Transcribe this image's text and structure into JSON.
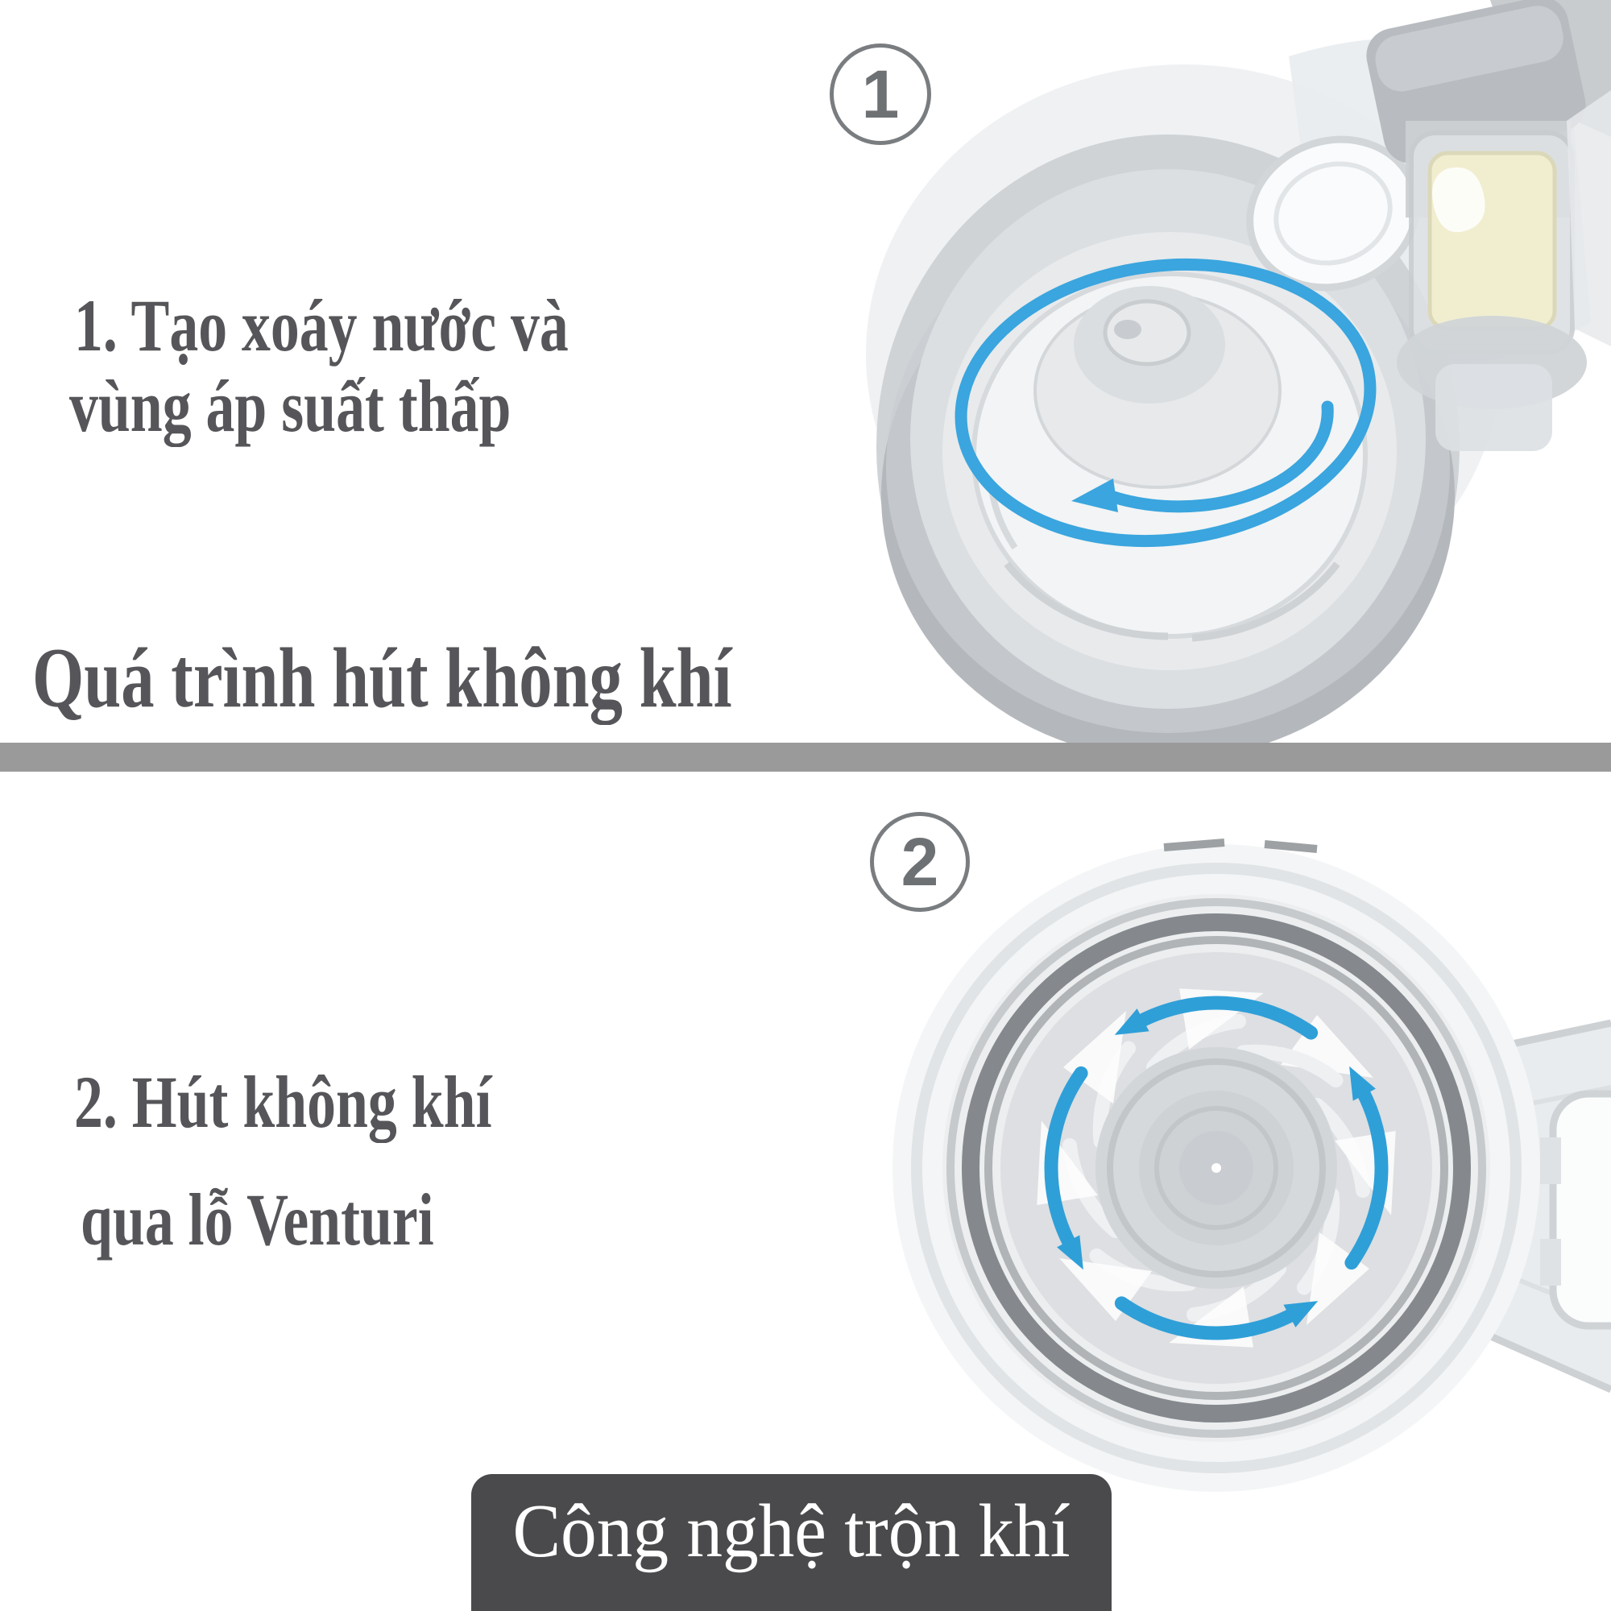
{
  "section_top": {
    "badge": "1",
    "heading_line1": "1. Tạo xoáy nước và",
    "heading_line2": "vùng áp suất thấp",
    "caption": "Quá trình hút không khí",
    "figure": "anti-colic-valve-perspective-view"
  },
  "section_bottom": {
    "badge": "2",
    "heading_line1": "2. Hút không khí",
    "heading_line2": "qua lỗ Venturi",
    "label": "Công nghệ trộn khí",
    "figure": "valve-top-view-venturi"
  },
  "colors": {
    "accent_blue": "#3aa5de",
    "arrow_blue": "#2f9fd8",
    "text_grey": "#56565a",
    "divider_grey": "#9a9a9a",
    "label_bg": "#4a4a4c",
    "label_text": "#ffffff",
    "badge_grey": "#7a7d80"
  }
}
